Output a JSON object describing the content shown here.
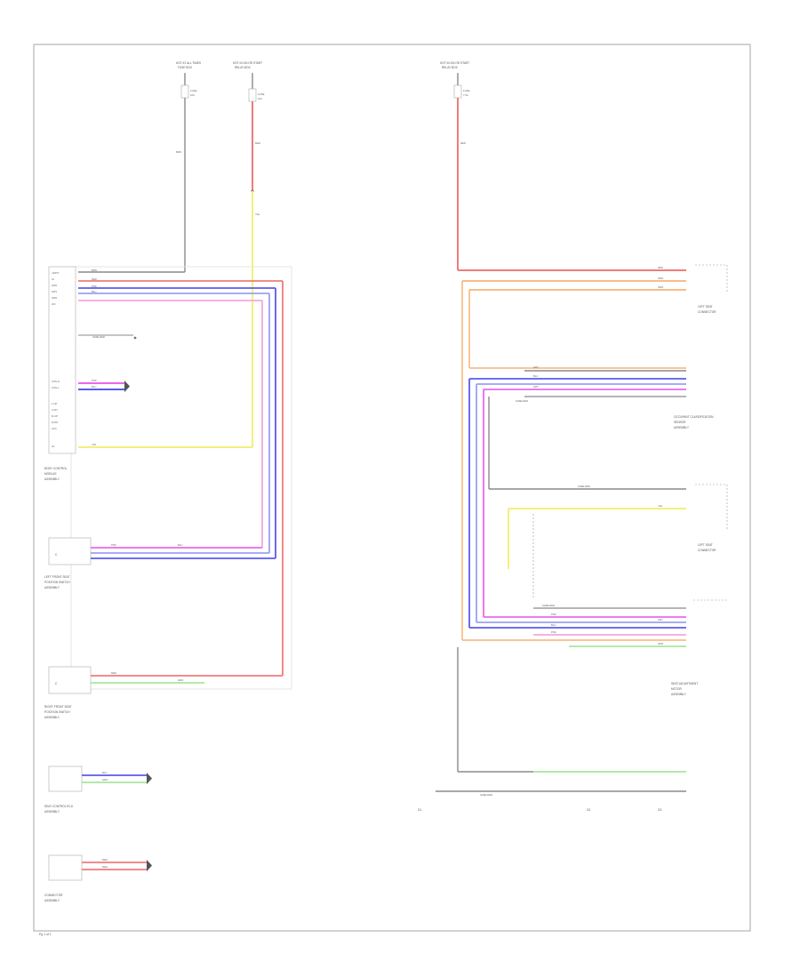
{
  "diagram": {
    "page_number": "Pg. 1 of 1",
    "colors": {
      "red": "#f07b7b",
      "pink": "#f4a6e0",
      "magenta": "#ee66ee",
      "blue": "#5a5af0",
      "light_blue": "#9aa0f5",
      "yellow": "#f4f07a",
      "orange": "#f7b27a",
      "green": "#a8e6a0",
      "gray": "#8a8a8a",
      "black": "#555555"
    },
    "left": {
      "fuse_a": {
        "title": "HOT AT ALL TIMES",
        "box": "FUSE BOX",
        "fuse": "FUSE",
        "size": "10A",
        "wire": "BRN"
      },
      "fuse_b": {
        "title": "HOT IN ON OR START",
        "box": "RELAY BOX",
        "fuse": "FUSE",
        "size": "10A",
        "wire_top": "RED",
        "wire_bottom": "YEL"
      },
      "ecu": {
        "label_1": "BODY CONTROL",
        "label_2": "MODULE",
        "label_3": "ASSEMBLY",
        "pins": [
          "+BATT",
          "IG",
          "GND",
          "SW1",
          "SW2",
          "LIN",
          "CAN-H",
          "CAN-L",
          "L-UP",
          "L-DN",
          "R-UP",
          "R-DN",
          "ACC",
          "ILL"
        ],
        "wires": [
          "BRN",
          "RED",
          "PNK",
          "BLU",
          "YEL",
          "SHIELDED",
          "PNK",
          "BLU"
        ]
      },
      "switch_a": {
        "label_1": "LEFT FRONT SEAT",
        "label_2": "POSITION SWITCH",
        "label_3": "ASSEMBLY",
        "wires": [
          "PNK",
          "BLU"
        ]
      },
      "switch_b": {
        "label_1": "RIGHT FRONT SEAT",
        "label_2": "POSITION SWITCH",
        "label_3": "ASSEMBLY",
        "wires": [
          "RED",
          "GRN"
        ]
      },
      "block_c": {
        "label_1": "SEAT CONTROL ECU",
        "label_2": "ASSEMBLY",
        "wires": [
          "BLU",
          "GRN"
        ]
      },
      "block_d": {
        "label_1": "CONNECTOR",
        "label_2": "ASSEMBLY",
        "wires": [
          "RED",
          "RED"
        ]
      }
    },
    "right": {
      "fuse_c": {
        "title": "HOT IN ON OR START",
        "box": "RELAY BOX",
        "fuse": "FUSE",
        "size": "7.5A",
        "wire": "RED"
      },
      "conn_1": {
        "label_1": "LEFT SEAT",
        "label_2": "CONNECTOR",
        "wires": [
          "RED",
          "ORN",
          "ORN"
        ]
      },
      "conn_2": {
        "label_1": "OCCUPANT CLASSIFICATION",
        "label_2": "SENSOR",
        "label_3": "ASSEMBLY",
        "wires": [
          "GRY",
          "BLU",
          "GRY",
          "SHIELDED"
        ]
      },
      "conn_3": {
        "label_1": "LEFT SEAT",
        "label_2": "CONNECTOR",
        "wires": [
          "SHIELDED",
          "YEL"
        ]
      },
      "conn_4": {
        "label_1": "SEAT ADJUSTMENT",
        "label_2": "MOTOR",
        "label_3": "ASSEMBLY",
        "wires": [
          "SHIELDED",
          "PNK",
          "BLU",
          "GRY",
          "PNK",
          "GRN"
        ]
      },
      "ground_row": {
        "left": "G1",
        "mid": "G2",
        "right": "G3",
        "text": "SHIELDED"
      }
    }
  }
}
